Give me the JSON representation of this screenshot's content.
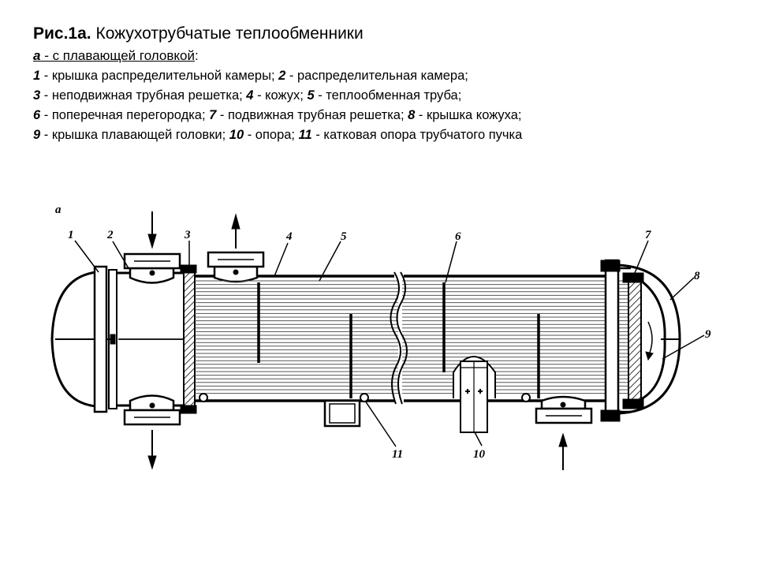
{
  "caption": {
    "fig_label": "Рис.1а.",
    "fig_title": " Кожухотрубчатые теплообменники",
    "sub_letter": "а",
    "sub_text": " - с плавающей головкой",
    "sub_colon": ":",
    "legend": [
      [
        {
          "n": "1",
          "t": " - крышка распределительной камеры; "
        },
        {
          "n": "2",
          "t": " - распределительная камера;"
        }
      ],
      [
        {
          "n": "3",
          "t": " - неподвижная трубная решетка; "
        },
        {
          "n": "4",
          "t": " - кожух; "
        },
        {
          "n": "5",
          "t": " - теплообменная труба;"
        }
      ],
      [
        {
          "n": "6",
          "t": " - поперечная перегородка; "
        },
        {
          "n": "7",
          "t": " - подвижная трубная решетка; "
        },
        {
          "n": "8",
          "t": " - крышка кожуха;"
        }
      ],
      [
        {
          "n": "9",
          "t": " - крышка плавающей головки; "
        },
        {
          "n": "10",
          "t": " - опора; "
        },
        {
          "n": "11",
          "t": " - катковая опора трубчатого пучка"
        }
      ]
    ]
  },
  "diagram": {
    "panel_letter": "а",
    "callouts": {
      "c1": "1",
      "c2": "2",
      "c3": "3",
      "c4": "4",
      "c5": "5",
      "c6": "6",
      "c7": "7",
      "c8": "8",
      "c9": "9",
      "c10": "10",
      "c11": "11"
    }
  }
}
